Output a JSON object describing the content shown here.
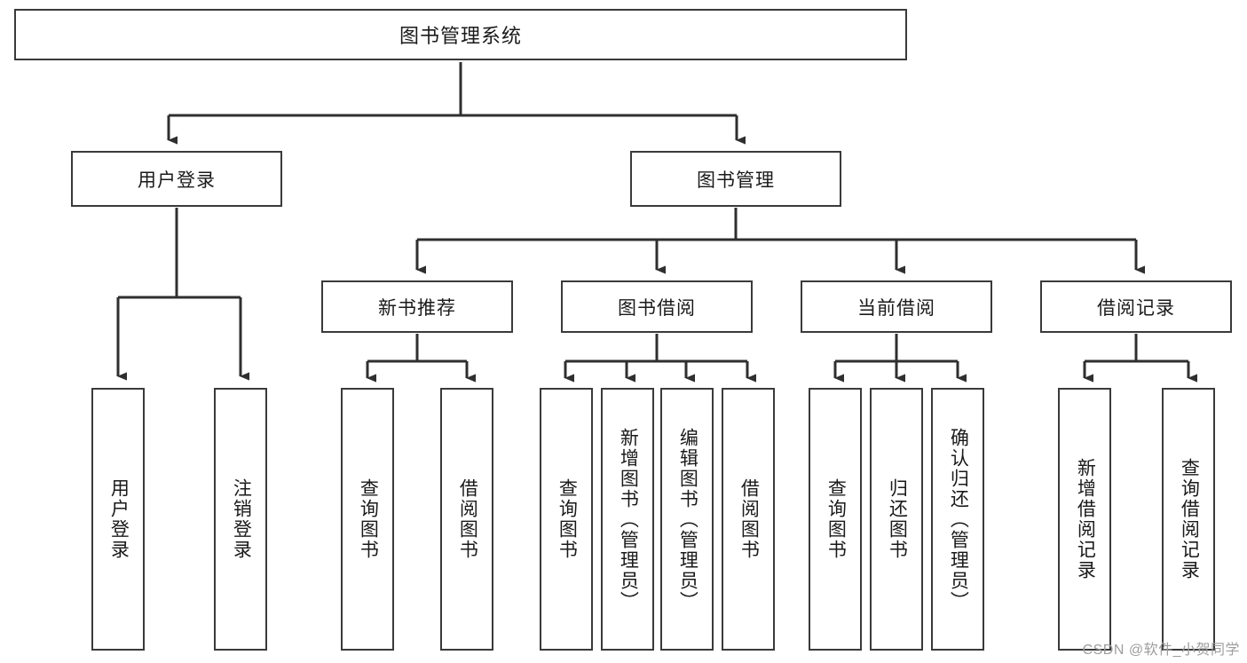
{
  "diagram": {
    "title": "图书管理系统",
    "type": "tree-hierarchy-diagram",
    "root": {
      "label": "图书管理系统"
    },
    "level2": [
      {
        "label": "用户登录"
      },
      {
        "label": "图书管理"
      }
    ],
    "level3": [
      {
        "label": "新书推荐"
      },
      {
        "label": "图书借阅"
      },
      {
        "label": "当前借阅"
      },
      {
        "label": "借阅记录"
      }
    ],
    "leaves": {
      "user_login": [
        {
          "label": "用户登录"
        },
        {
          "label": "注销登录"
        }
      ],
      "new_book_recommend": [
        {
          "label": "查询图书"
        },
        {
          "label": "借阅图书"
        }
      ],
      "book_borrow": [
        {
          "label": "查询图书"
        },
        {
          "label": "新增图书（管理员）"
        },
        {
          "label": "编辑图书（管理员）"
        },
        {
          "label": "借阅图书"
        }
      ],
      "current_borrow": [
        {
          "label": "查询图书"
        },
        {
          "label": "归还图书"
        },
        {
          "label": "确认归还（管理员）"
        }
      ],
      "borrow_record": [
        {
          "label": "新增借阅记录"
        },
        {
          "label": "查询借阅记录"
        }
      ]
    },
    "watermark": "CSDN @软件_小贺同学",
    "colors": {
      "border": "#3a3a3a",
      "background": "#ffffff",
      "text": "#1a1a1a",
      "connector": "#2f2f2f",
      "watermark": "#9d9d9d"
    }
  }
}
